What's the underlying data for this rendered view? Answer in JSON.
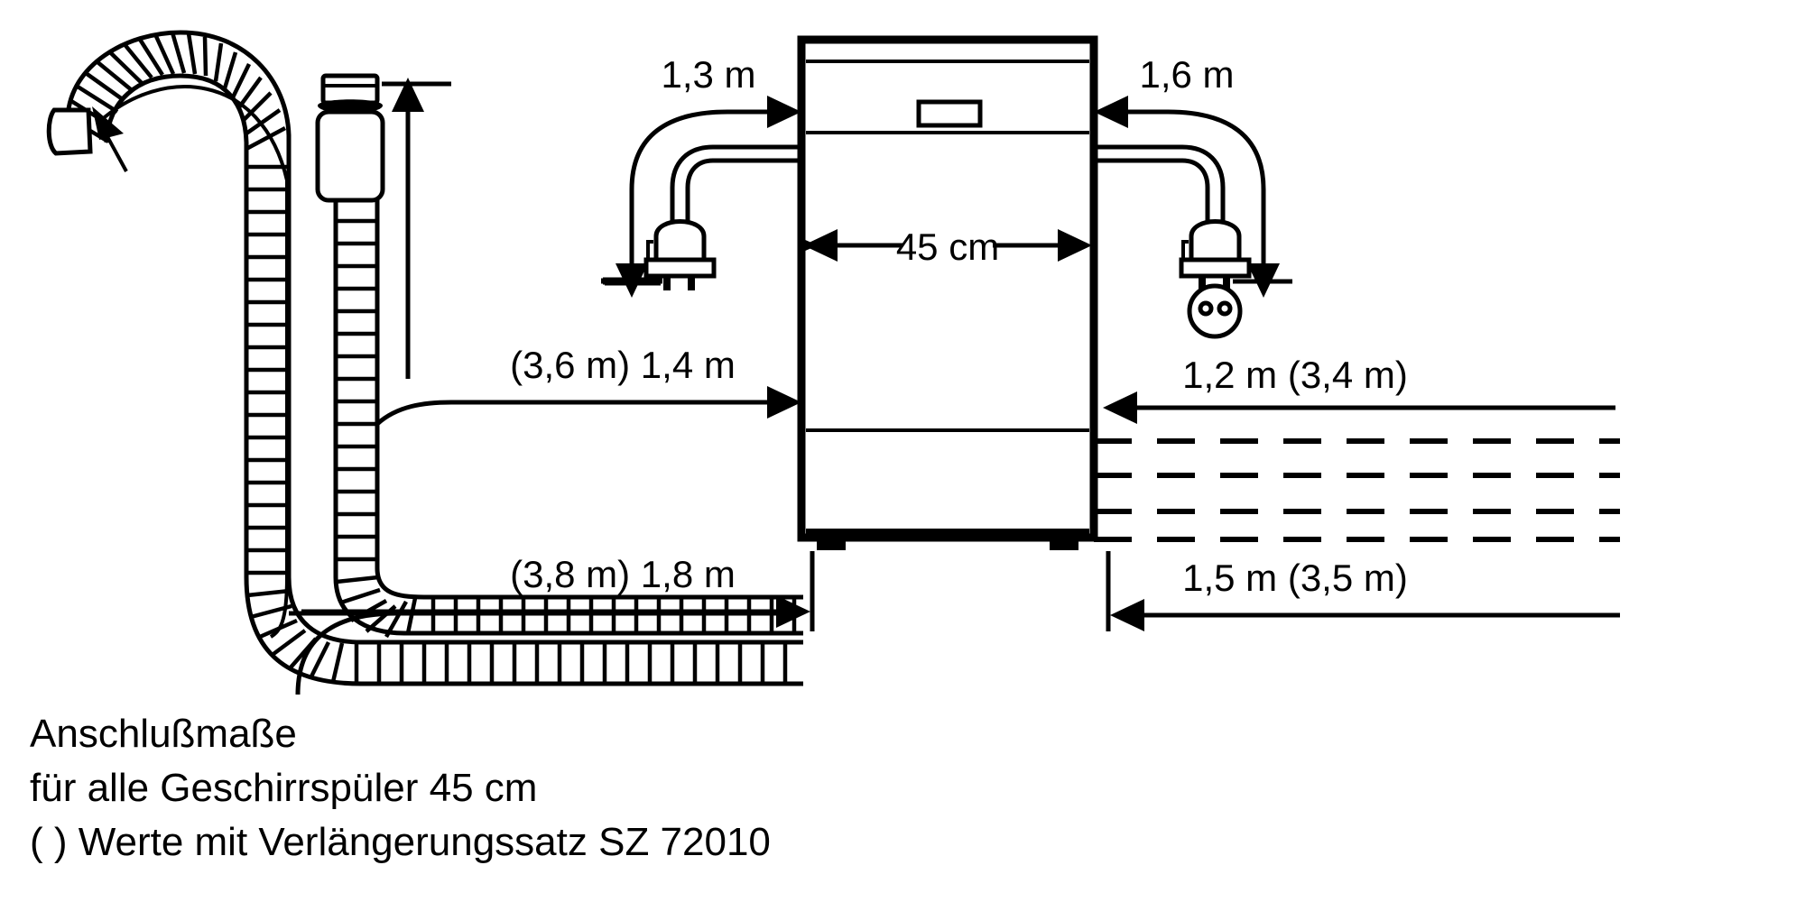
{
  "diagram": {
    "title": "Anschlussmasse Geschirrspueler 45 cm",
    "appliance": {
      "name": "dishwasher",
      "width_label": "45 cm"
    },
    "dimensions": {
      "left_power_cord": "1,3 m",
      "right_power_cord": "1,6 m",
      "left_upper_hose": "(3,6 m) 1,4 m",
      "right_upper_hose": "1,2 m (3,4 m)",
      "left_lower_hose": "(3,8 m) 1,8 m",
      "right_lower_hose": "1,5 m (3,5 m)"
    },
    "caption": {
      "line1": "Anschlußmaße",
      "line2": "für alle Geschirrspüler 45 cm",
      "line3": "( ) Werte mit Verlängerungssatz SZ 72010"
    },
    "colors": {
      "ink": "#000000",
      "background": "#ffffff"
    }
  }
}
